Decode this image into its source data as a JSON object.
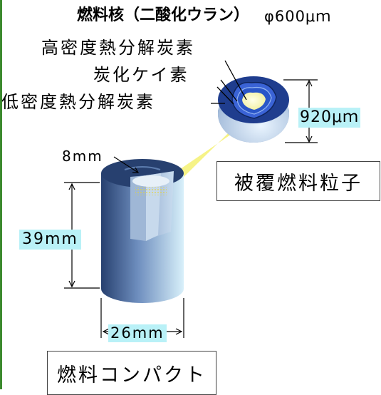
{
  "diagram": {
    "kernel_label": "燃料核（二酸化ウラン）",
    "kernel_size": "φ600μｍ",
    "layer_high_density_carbon": "高密度熱分解炭素",
    "layer_silicon_carbide": "炭化ケイ素",
    "layer_low_density_carbon": "低密度熱分解炭素",
    "particle_diameter": "920μｍ",
    "particle_caption": "被覆燃料粒子",
    "hole_diameter": "8mm",
    "compact_height": "39mm",
    "compact_diameter": "26mm",
    "compact_caption": "燃料コンパクト"
  },
  "colors": {
    "left_border": "#3c8a2e",
    "highlight": "#b9f1f7",
    "cone": "#f5f27a",
    "compact_dark": "#27406f",
    "compact_mid": "#6f8fbf",
    "compact_light": "#d8f0fa",
    "particle_blue": "#2a56c8"
  }
}
